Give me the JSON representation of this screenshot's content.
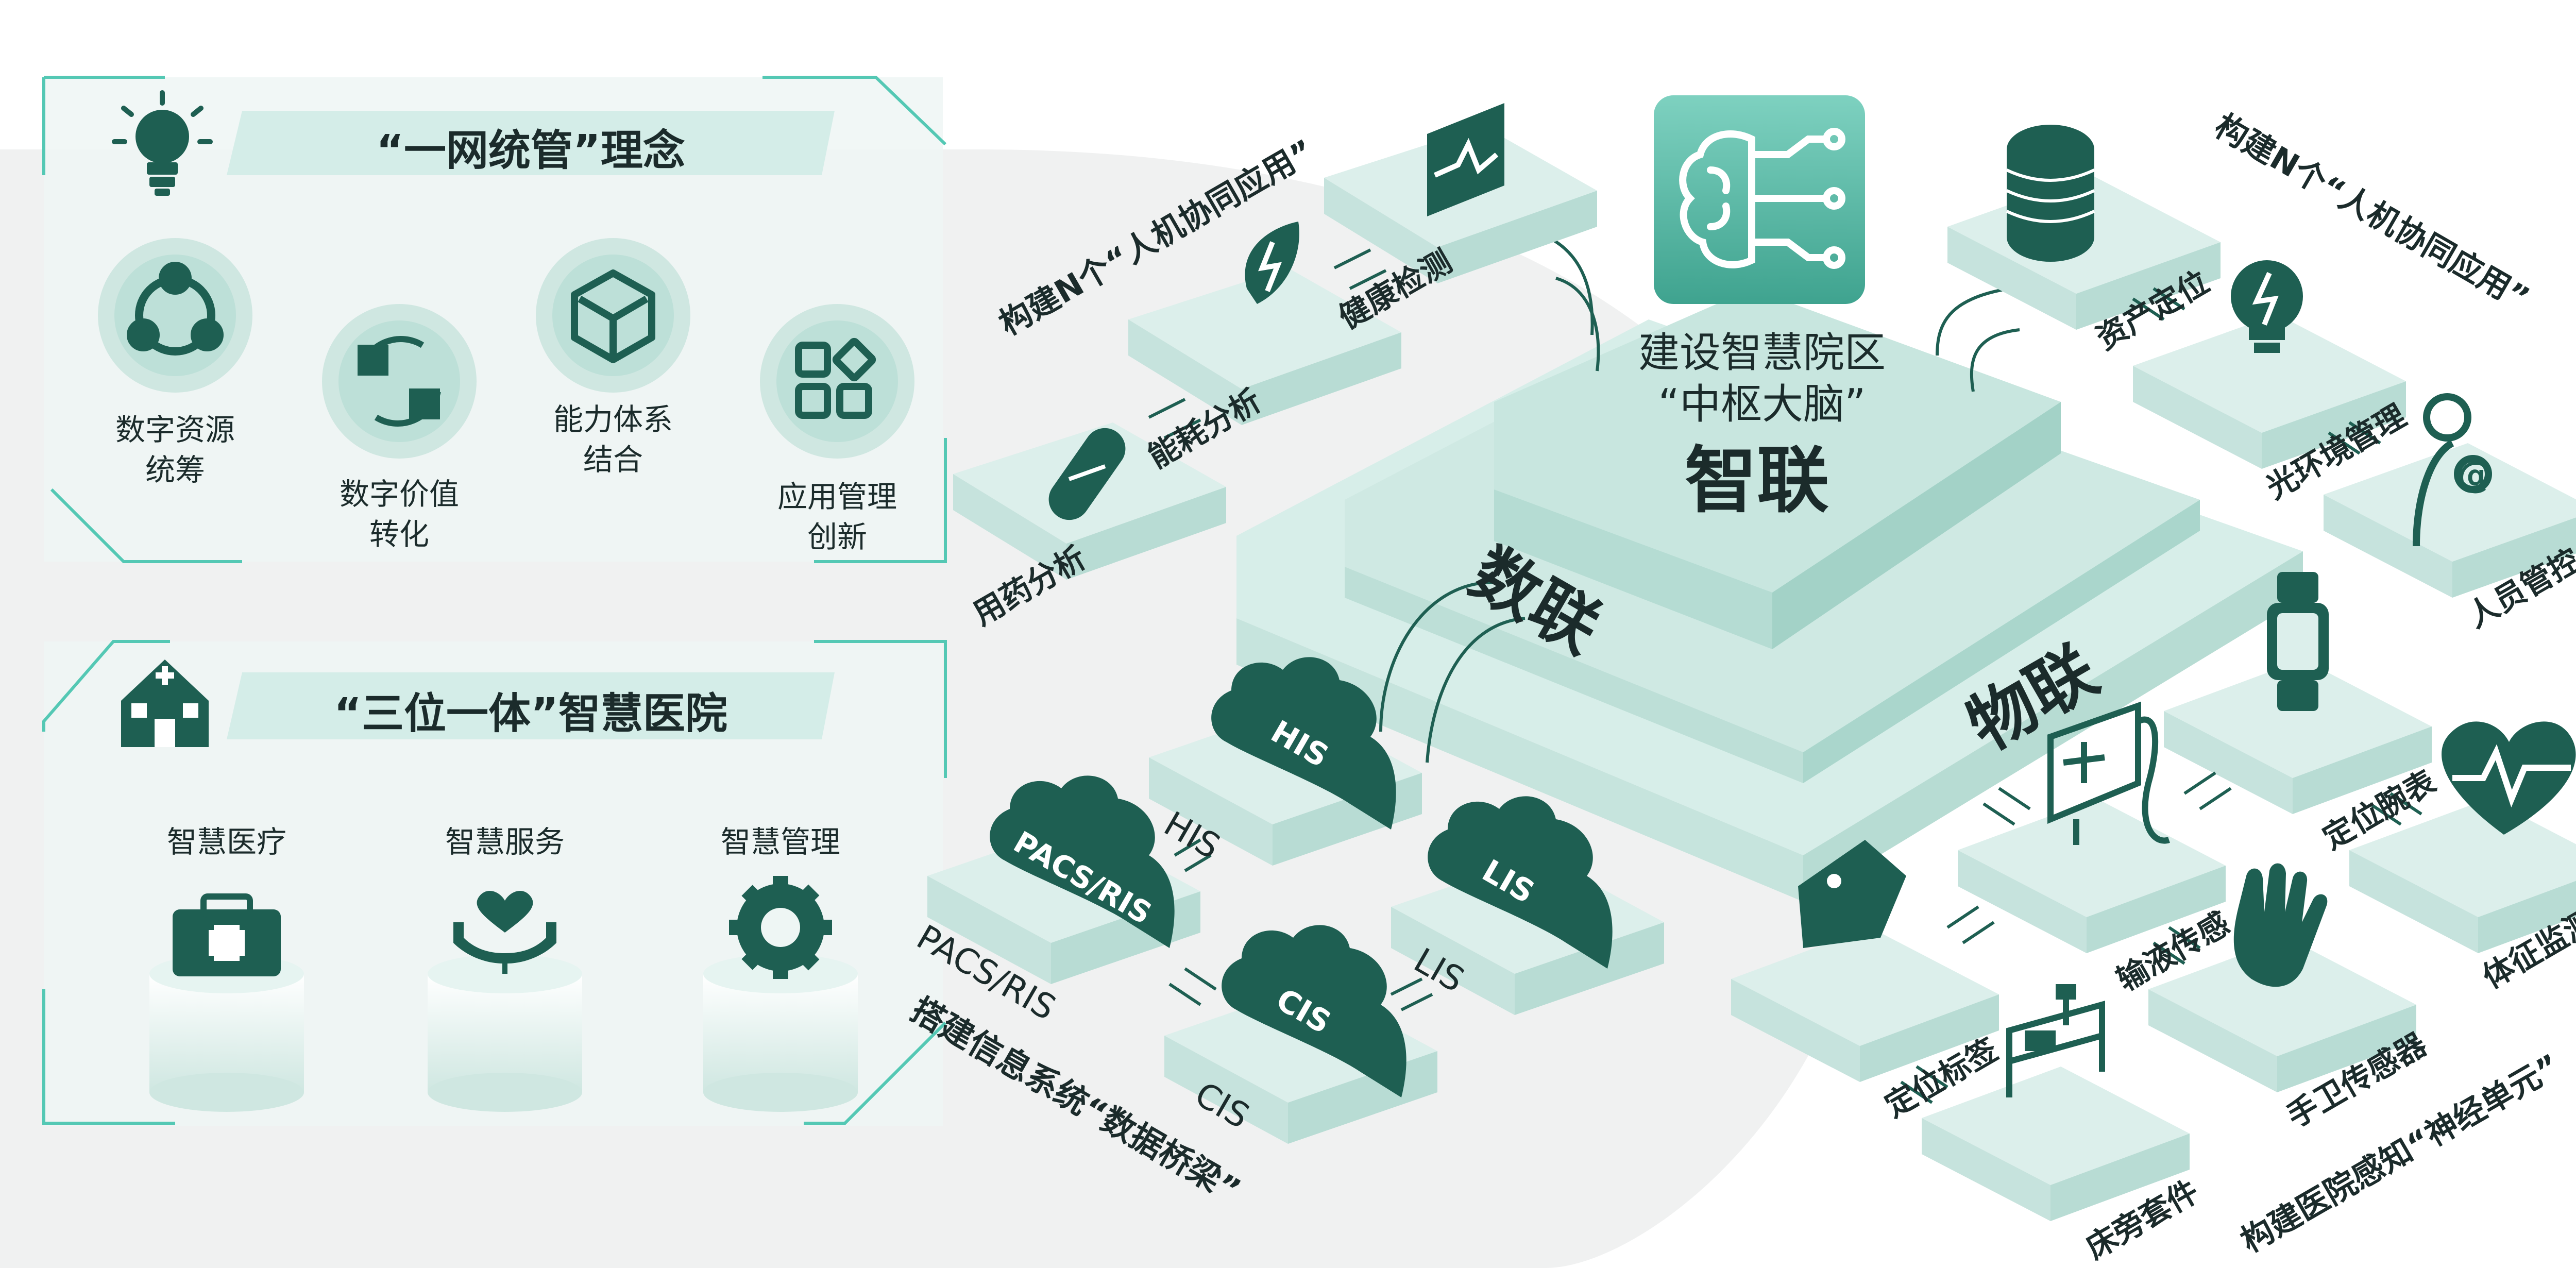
{
  "panel1": {
    "title": "“一网统管”理念",
    "items": [
      {
        "label": "数字资源\n统筹",
        "icon": "share-icon"
      },
      {
        "label": "数字价值\n转化",
        "icon": "cycle-cubes-icon"
      },
      {
        "label": "能力体系\n结合",
        "icon": "cube-icon"
      },
      {
        "label": "应用管理\n创新",
        "icon": "apps-grid-icon"
      }
    ]
  },
  "panel2": {
    "title": "“三位一体”智慧医院",
    "items": [
      {
        "label": "智慧医疗",
        "icon": "medical-kit-icon"
      },
      {
        "label": "智慧服务",
        "icon": "heart-hand-icon"
      },
      {
        "label": "智慧管理",
        "icon": "gear-icon"
      }
    ]
  },
  "center": {
    "brain_title_line1": "建设智慧院区",
    "brain_title_line2": "“中枢大脑”",
    "zhilian": "智联",
    "shulian": "数联",
    "wulian": "物联"
  },
  "left_apps": {
    "caption": "构建N个“人机协同应用”",
    "tiles": [
      "健康检测",
      "能耗分析",
      "用药分析"
    ]
  },
  "right_apps": {
    "caption": "构建N个“人机协同应用”",
    "tiles": [
      "资产定位",
      "光环境管理",
      "人员管控"
    ]
  },
  "systems": {
    "caption": "搭建信息系统“数据桥梁”",
    "items": [
      {
        "cloud": "HIS",
        "label": "HIS"
      },
      {
        "cloud": "PACS/RIS",
        "label": "PACS/RIS"
      },
      {
        "cloud": "LIS",
        "label": "LIS"
      },
      {
        "cloud": "CIS",
        "label": "CIS"
      }
    ]
  },
  "sensors": {
    "caption": "构建医院感知“神经单元”",
    "tiles": [
      "定位腕表",
      "体征监测仪",
      "输液传感",
      "手卫传感器",
      "定位标签",
      "床旁套件"
    ]
  },
  "colors": {
    "primary": "#1e5f52",
    "accent": "#54c8b4",
    "panel": "#eef6f4",
    "tile": "#d7eee9"
  }
}
